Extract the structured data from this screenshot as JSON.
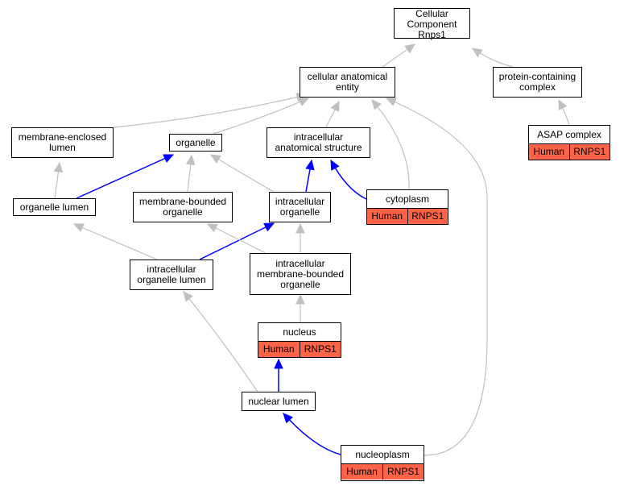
{
  "colors": {
    "edge_default": "#c0c0c0",
    "edge_highlight": "#0000ff",
    "annotation_fill": "#ff6347",
    "node_border": "#000000"
  },
  "nodes": {
    "cc_root": {
      "label": "Cellular Component\nRnps1"
    },
    "cellular_anatomical_entity": {
      "label": "cellular anatomical\nentity"
    },
    "protein_containing_complex": {
      "label": "protein-containing\ncomplex"
    },
    "asap_complex": {
      "label": "ASAP complex",
      "annotation": {
        "species": "Human",
        "gene": "RNPS1"
      }
    },
    "membrane_enclosed_lumen": {
      "label": "membrane-enclosed\nlumen"
    },
    "organelle": {
      "label": "organelle"
    },
    "intracellular_anatomical_structure": {
      "label": "intracellular\nanatomical structure"
    },
    "organelle_lumen": {
      "label": "organelle lumen"
    },
    "membrane_bounded_organelle": {
      "label": "membrane-bounded\norganelle"
    },
    "intracellular_organelle": {
      "label": "intracellular\norganelle"
    },
    "cytoplasm": {
      "label": "cytoplasm",
      "annotation": {
        "species": "Human",
        "gene": "RNPS1"
      }
    },
    "intracellular_organelle_lumen": {
      "label": "intracellular\norganelle lumen"
    },
    "intracellular_membrane_bounded_organelle": {
      "label": "intracellular\nmembrane-bounded\norganelle"
    },
    "nucleus": {
      "label": "nucleus",
      "annotation": {
        "species": "Human",
        "gene": "RNPS1"
      }
    },
    "nuclear_lumen": {
      "label": "nuclear lumen"
    },
    "nucleoplasm": {
      "label": "nucleoplasm",
      "annotation": {
        "species": "Human",
        "gene": "RNPS1"
      }
    }
  },
  "edges": [
    {
      "from": "cellular_anatomical_entity",
      "to": "cc_root",
      "highlight": false
    },
    {
      "from": "protein_containing_complex",
      "to": "cc_root",
      "highlight": false
    },
    {
      "from": "asap_complex",
      "to": "protein_containing_complex",
      "highlight": false
    },
    {
      "from": "membrane_enclosed_lumen",
      "to": "cellular_anatomical_entity",
      "highlight": false
    },
    {
      "from": "organelle",
      "to": "cellular_anatomical_entity",
      "highlight": false
    },
    {
      "from": "intracellular_anatomical_structure",
      "to": "cellular_anatomical_entity",
      "highlight": false
    },
    {
      "from": "cytoplasm",
      "to": "cellular_anatomical_entity",
      "highlight": false
    },
    {
      "from": "nucleoplasm",
      "to": "cellular_anatomical_entity",
      "highlight": false
    },
    {
      "from": "organelle_lumen",
      "to": "membrane_enclosed_lumen",
      "highlight": false
    },
    {
      "from": "organelle_lumen",
      "to": "organelle",
      "highlight": true
    },
    {
      "from": "membrane_bounded_organelle",
      "to": "organelle",
      "highlight": false
    },
    {
      "from": "intracellular_organelle",
      "to": "organelle",
      "highlight": false
    },
    {
      "from": "intracellular_organelle",
      "to": "intracellular_anatomical_structure",
      "highlight": true
    },
    {
      "from": "cytoplasm",
      "to": "intracellular_anatomical_structure",
      "highlight": true
    },
    {
      "from": "intracellular_organelle_lumen",
      "to": "organelle_lumen",
      "highlight": false
    },
    {
      "from": "intracellular_organelle_lumen",
      "to": "intracellular_organelle",
      "highlight": true
    },
    {
      "from": "intracellular_membrane_bounded_organelle",
      "to": "membrane_bounded_organelle",
      "highlight": false
    },
    {
      "from": "intracellular_membrane_bounded_organelle",
      "to": "intracellular_organelle",
      "highlight": false
    },
    {
      "from": "nucleus",
      "to": "intracellular_membrane_bounded_organelle",
      "highlight": false
    },
    {
      "from": "nuclear_lumen",
      "to": "intracellular_organelle_lumen",
      "highlight": false
    },
    {
      "from": "nuclear_lumen",
      "to": "nucleus",
      "highlight": true
    },
    {
      "from": "nucleoplasm",
      "to": "nuclear_lumen",
      "highlight": true
    }
  ]
}
